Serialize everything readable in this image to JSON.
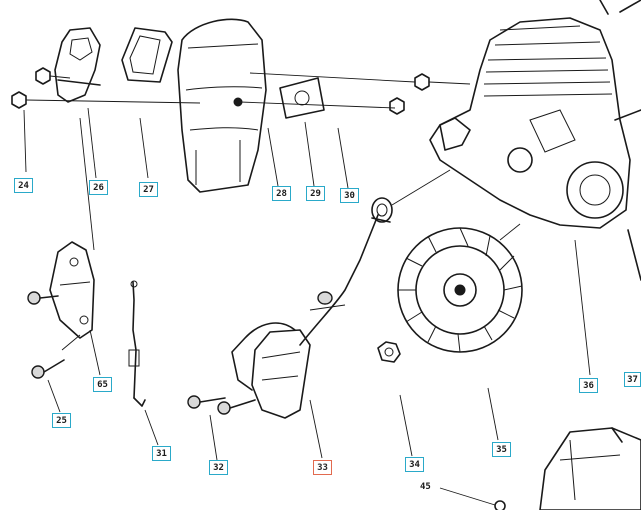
{
  "diagram": {
    "callouts": {
      "p24": "24",
      "p25": "25",
      "p26": "26",
      "p27": "27",
      "p28": "28",
      "p29": "29",
      "p30": "30",
      "p31": "31",
      "p32": "32",
      "p33": "33",
      "p34": "34",
      "p35": "35",
      "p36": "36",
      "p37": "37",
      "p45": "45",
      "p65": "65"
    },
    "colors": {
      "callout_border": "#2aa9c9",
      "callout_highlight_border": "#e26a4f",
      "ink": "#1a1a1a"
    }
  }
}
